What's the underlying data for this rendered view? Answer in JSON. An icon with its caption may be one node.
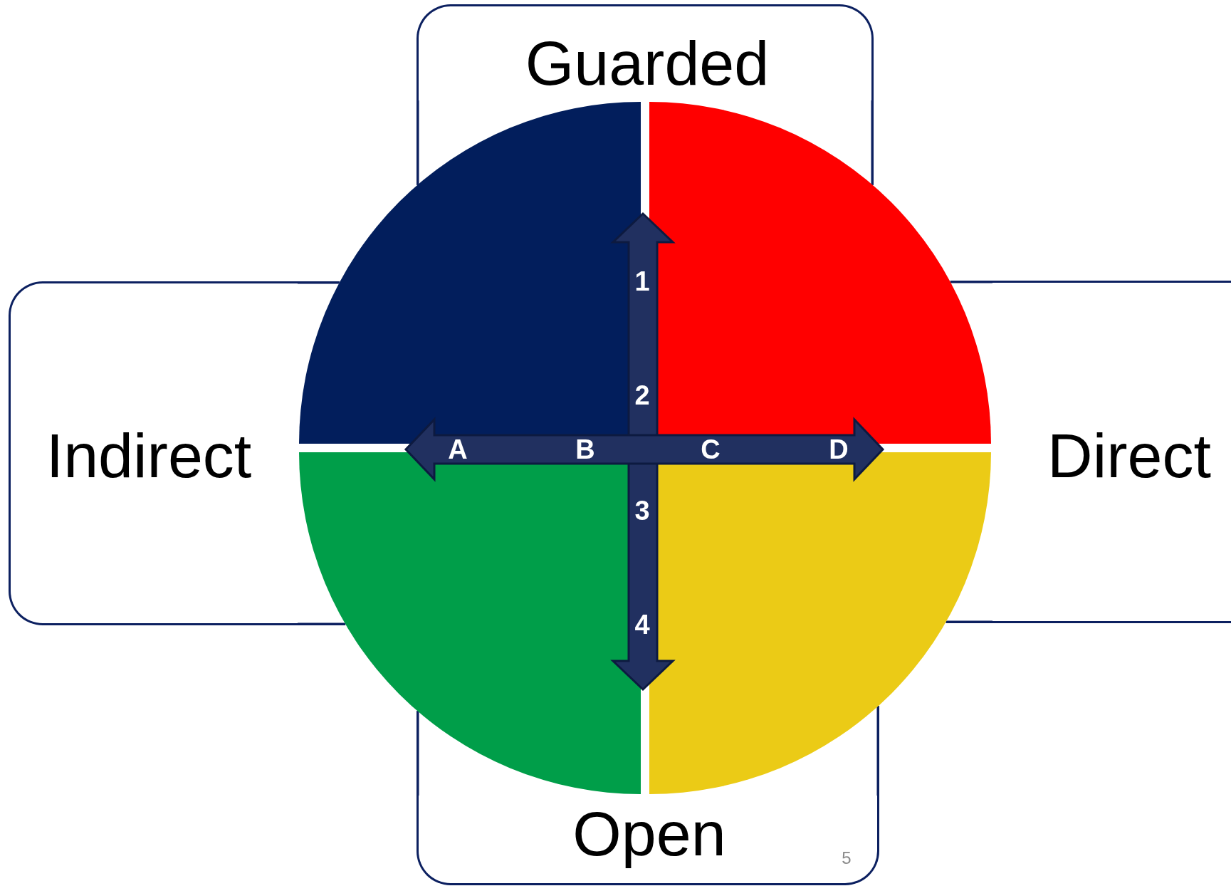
{
  "diagram": {
    "nodes": [
      {
        "text": [
          "Guarded"
        ]
      },
      {
        "text": [
          "Indirect"
        ]
      },
      {
        "text": [
          "Direct"
        ]
      },
      {
        "text": [
          "Open"
        ]
      }
    ],
    "labels": [
      "1",
      "2",
      "A",
      "B",
      "C",
      "D",
      "3",
      "4",
      "5"
    ]
  }
}
